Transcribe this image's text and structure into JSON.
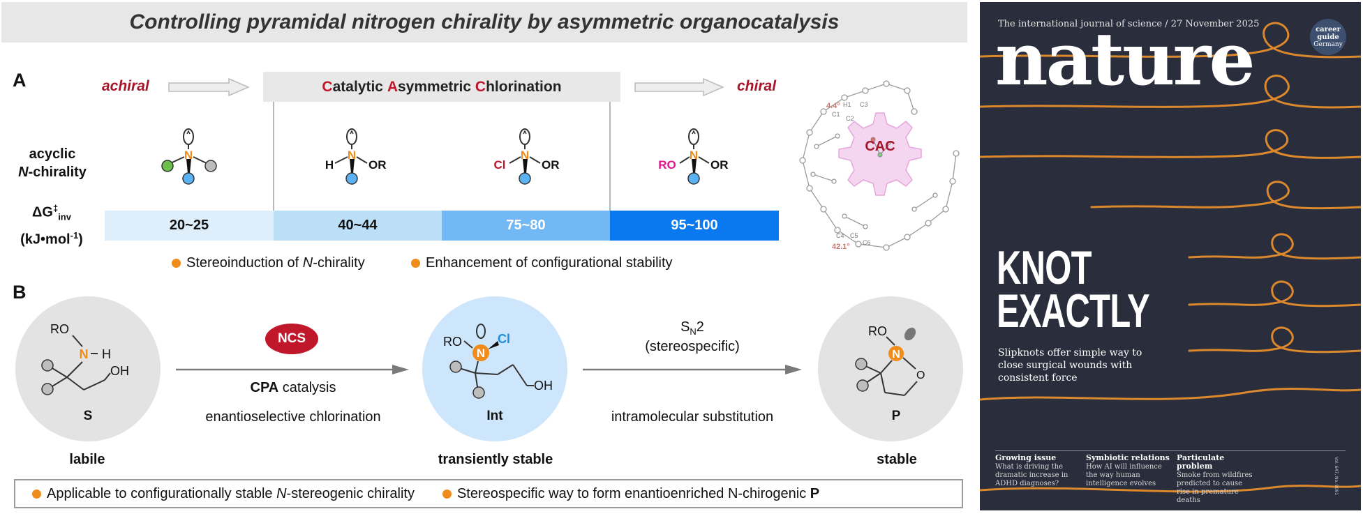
{
  "title": "Controlling pyramidal nitrogen chirality by asymmetric organocatalysis",
  "panelA": {
    "letter": "A",
    "achiral": "achiral",
    "chiral": "chiral",
    "cac": {
      "c1": "C",
      "r1": "atalytic ",
      "c2": "A",
      "r2": "symmetric ",
      "c3": "C",
      "r3": "hlorination"
    },
    "row_label_1": "acyclic",
    "row_label_2a": "N",
    "row_label_2b": "-chirality",
    "energy_label_1": "ΔG‡inv",
    "energy_label_2": "(kJ•mol-1)",
    "energies": [
      "20~25",
      "40~44",
      "75~80",
      "95~100"
    ],
    "energy_colors": [
      "#deeefb",
      "#bcdff8",
      "#72b8f5",
      "#0a78ee"
    ],
    "legend": [
      {
        "pre": "Stereoinduction of ",
        "italic": "N",
        "post": "-chirality"
      },
      {
        "pre": "Enhancement of configurational stability",
        "italic": "",
        "post": ""
      }
    ],
    "molecules": {
      "m2_left": "H",
      "m2_right": "OR",
      "m3_left": "Cl",
      "m3_right": "OR",
      "m4_left": "RO",
      "m4_right": "OR",
      "n": "N"
    },
    "crystal": {
      "angle1": "4.4°",
      "angle2": "42.1°",
      "cac": "CAC",
      "atoms": [
        "H1",
        "C1",
        "C2",
        "C3",
        "C4",
        "C5",
        "C6"
      ]
    }
  },
  "panelB": {
    "letter": "B",
    "S": {
      "label": "S",
      "caption": "labile",
      "ro": "RO",
      "n": "N",
      "h": "H",
      "oh": "OH"
    },
    "Int": {
      "label": "Int",
      "caption": "transiently stable",
      "ro": "RO",
      "n": "N",
      "cl": "Cl",
      "oh": "OH"
    },
    "P": {
      "label": "P",
      "caption": "stable",
      "ro": "RO",
      "n": "N",
      "o": "O"
    },
    "arrow1": {
      "reagent": "NCS",
      "cat_bold": "CPA",
      "cat_rest": " catalysis",
      "below": "enantioselective chlorination"
    },
    "arrow2": {
      "sn2_main": "S",
      "sn2_sub": "N",
      "sn2_rest": "2",
      "paren": "(stereospecific)",
      "below": "intramolecular substitution"
    },
    "footer": [
      {
        "pre": "Applicable to configurationally stable ",
        "italic": "N",
        "post": "-stereogenic chirality",
        "bold": ""
      },
      {
        "pre": "Stereospecific way to form enantioenriched N-chirogenic ",
        "italic": "",
        "post": "",
        "bold": "P"
      }
    ]
  },
  "cover": {
    "tagline": "The international journal of science / 27 November 2025",
    "logo": "nature",
    "badge_1": "career",
    "badge_2": "guide",
    "badge_3": "Germany",
    "headline_1": "KNOT",
    "headline_2": "EXACTLY",
    "subhead": "Slipknots offer simple way to close surgical wounds with consistent force",
    "teasers": [
      {
        "title": "Growing issue",
        "text": "What is driving the dramatic increase in ADHD diagnoses?"
      },
      {
        "title": "Symbiotic relations",
        "text": "How AI will influence the way human intelligence evolves"
      },
      {
        "title": "Particulate problem",
        "text": "Smoke from wildfires predicted to cause rise in premature deaths"
      }
    ],
    "spine": "Vol. 647, No. 8091"
  },
  "colors": {
    "accent_red": "#c0172b",
    "nitrogen_orange": "#f08c1c",
    "magenta": "#e0168a",
    "pink_gear": "#f2c8ec",
    "light_blue": "#cde6fb",
    "knot_orange": "#f0922b",
    "cover_bg": "#2a2d3b"
  }
}
